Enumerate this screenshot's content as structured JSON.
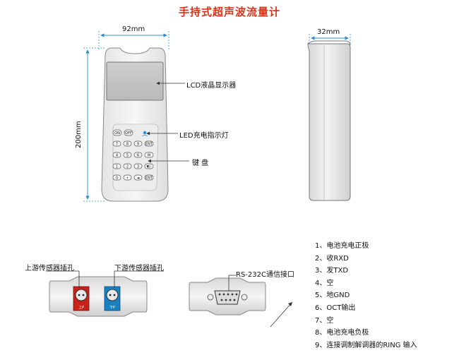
{
  "title": "手持式超声波流量计",
  "dimensions": {
    "width": "92mm",
    "height": "200mm",
    "depth": "32mm"
  },
  "callouts": {
    "lcd": "LCD液晶显示器",
    "led": "LED充电指示灯",
    "keyboard": "键 盘",
    "upstream": "上游传感器插孔",
    "downstream": "下游传感器插孔",
    "rs232": "RS-232C通信接口"
  },
  "keys": {
    "row1": [
      "ON",
      "OFF"
    ],
    "row2": [
      "7",
      "8",
      "9",
      "ENT"
    ],
    "row3": [
      "4",
      "5",
      "6",
      "M"
    ],
    "row4": [
      "1",
      "2",
      "3",
      "▼/-"
    ],
    "row5": [
      "0",
      "•",
      "◄",
      "ENT"
    ]
  },
  "sockets": {
    "upstream_tag": "上P",
    "downstream_tag": "下P"
  },
  "pins": [
    "1、电池充电正极",
    "2、收RXD",
    "3、发TXD",
    "4、空",
    "5、地GND",
    "6、OCT输出",
    "7、空",
    "8、电池充电负极",
    "9、连接调制解调器的RING 输入"
  ],
  "colors": {
    "title": "#d4361c",
    "dimension_line": "#2a8fd6",
    "upstream_socket": "#c8211b",
    "downstream_socket": "#1a7fc1"
  }
}
